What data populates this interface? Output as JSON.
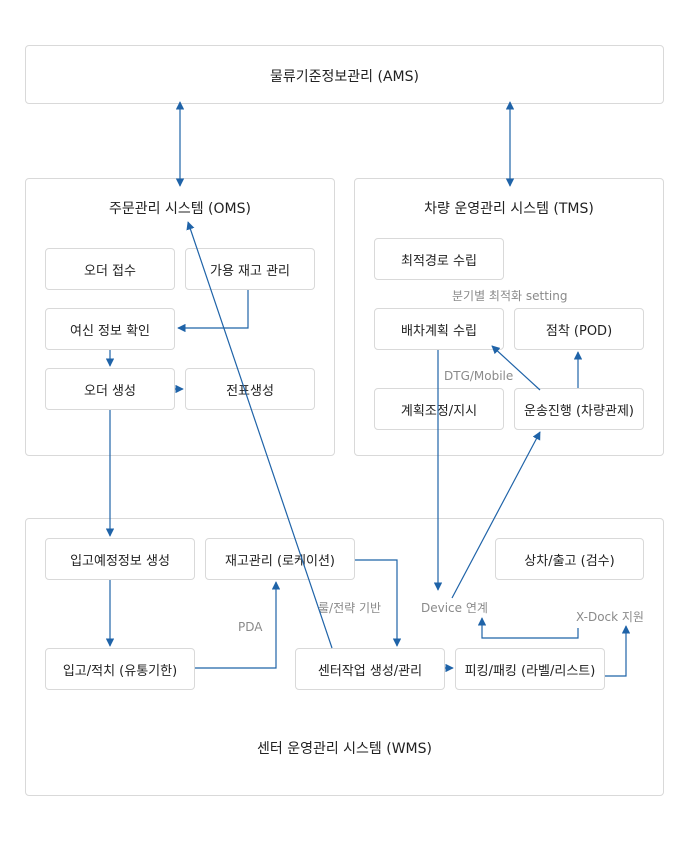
{
  "colors": {
    "arrow": "#1f63a8",
    "border": "#d9d9d9",
    "label": "#8a8a8a"
  },
  "ams": {
    "title": "물류기준정보관리 (AMS)"
  },
  "oms": {
    "title": "주문관리 시스템 (OMS)",
    "order_receipt": "오더 접수",
    "available_stock": "가용 재고 관리",
    "credit_check": "여신 정보 확인",
    "order_create": "오더 생성",
    "slip_create": "전표생성"
  },
  "tms": {
    "title": "차량 운영관리 시스템 (TMS)",
    "route_plan": "최적경로 수립",
    "branch_setting": "분기별 최적화 setting",
    "dispatch_plan": "배차계획 수립",
    "arrival": "점착 (POD)",
    "plan_adjust": "계획조정/지시",
    "transport_progress": "운송진행 (차량관제)",
    "dtg_mobile": "DTG/Mobile"
  },
  "wms": {
    "title": "센터 운영관리 시스템 (WMS)",
    "inbound_plan": "입고예정정보 생성",
    "inventory": "재고관리 (로케이션)",
    "loading": "상차/출고 (검수)",
    "putaway": "입고/적치 (유통기한)",
    "center_work": "센터작업 생성/관리",
    "picking": "피킹/패킹 (라벨/리스트)",
    "pda": "PDA",
    "rule_strategy": "룰/전략 기반",
    "device_link": "Device 연계",
    "xdock": "X-Dock 지원"
  }
}
